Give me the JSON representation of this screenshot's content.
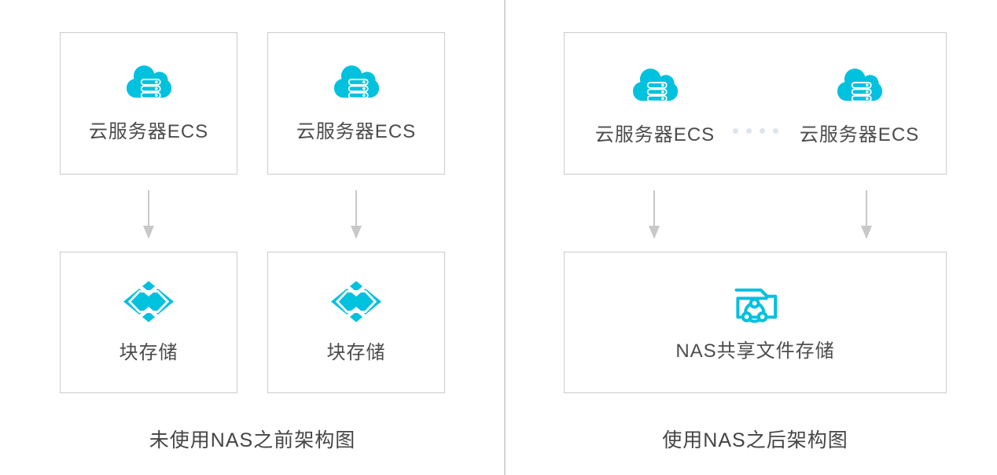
{
  "colors": {
    "accent": "#00c1de",
    "box_border": "#cccccc",
    "arrow": "#c8c8c8",
    "label_text": "#4c4c4c",
    "dots": "#dde4ec",
    "divider": "#d4d4d4"
  },
  "before": {
    "ecs_nodes": [
      {
        "label": "云服务器ECS"
      },
      {
        "label": "云服务器ECS"
      }
    ],
    "storage_nodes": [
      {
        "label": "块存储"
      },
      {
        "label": "块存储"
      }
    ],
    "caption": "未使用NAS之前架构图"
  },
  "after": {
    "ecs_nodes": [
      {
        "label": "云服务器ECS"
      },
      {
        "label": "云服务器ECS"
      }
    ],
    "storage": {
      "label": "NAS共享文件存储"
    },
    "caption": "使用NAS之后架构图"
  }
}
